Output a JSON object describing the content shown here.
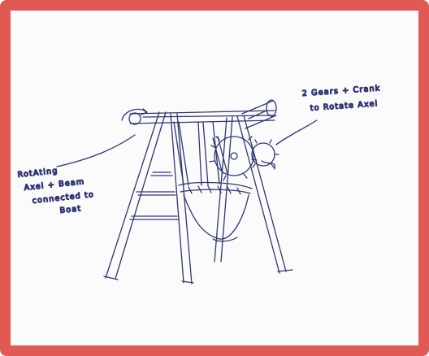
{
  "colors": {
    "frame": "#e05a53",
    "ink": "#2f3476",
    "paper": "#fbfbfb"
  },
  "annotations": {
    "left": {
      "line1": "RotAting",
      "line2": "Axel + Beam",
      "line3": "connected to",
      "line4": "Boat"
    },
    "right": {
      "line1": "2 Gears + Crank",
      "line2": "to Rotate Axel"
    }
  }
}
